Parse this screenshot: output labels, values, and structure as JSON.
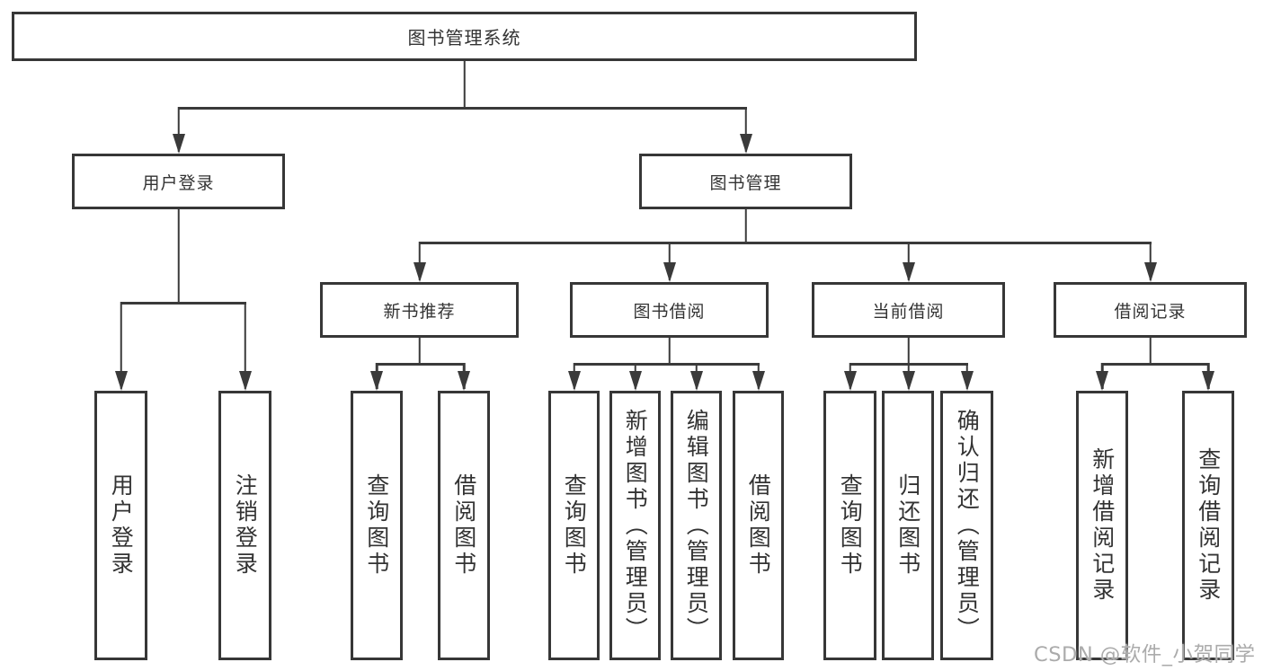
{
  "diagram": {
    "root": {
      "label": "图书管理系统"
    },
    "branches": [
      {
        "label": "用户登录",
        "children": [
          {
            "label": "用户登录"
          },
          {
            "label": "注销登录"
          }
        ]
      },
      {
        "label": "图书管理",
        "children": [
          {
            "label": "新书推荐",
            "children": [
              {
                "label": "查询图书"
              },
              {
                "label": "借阅图书"
              }
            ]
          },
          {
            "label": "图书借阅",
            "children": [
              {
                "label": "查询图书"
              },
              {
                "label": "新增图书（管理员）"
              },
              {
                "label": "编辑图书（管理员）"
              },
              {
                "label": "借阅图书"
              }
            ]
          },
          {
            "label": "当前借阅",
            "children": [
              {
                "label": "查询图书"
              },
              {
                "label": "归还图书"
              },
              {
                "label": "确认归还（管理员）"
              }
            ]
          },
          {
            "label": "借阅记录",
            "children": [
              {
                "label": "新增借阅记录"
              },
              {
                "label": "查询借阅记录"
              }
            ]
          }
        ]
      }
    ],
    "watermark": "CSDN @软件_小贺同学",
    "colors": {
      "line": "#3a3a3a",
      "border": "#373737",
      "text": "#333333",
      "watermark": "#ababab",
      "background": "#ffffff"
    }
  }
}
